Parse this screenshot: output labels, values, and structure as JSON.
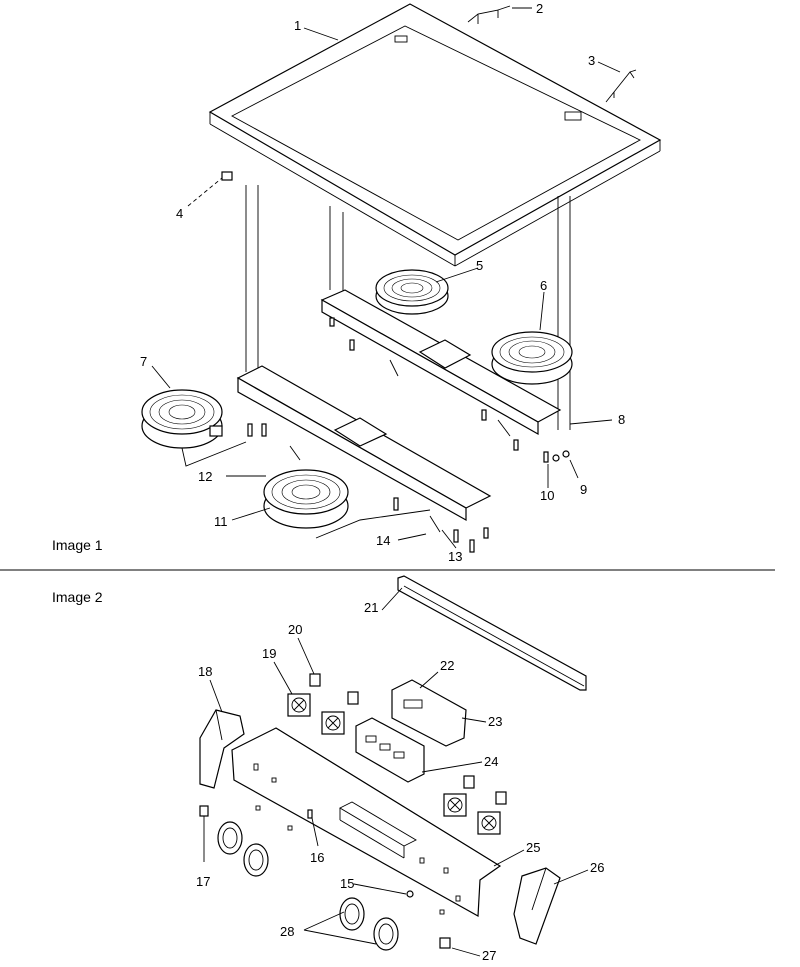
{
  "sections": {
    "top_label": "Image 1",
    "bottom_label": "Image 2"
  },
  "callouts": {
    "c1": "1",
    "c2": "2",
    "c3": "3",
    "c4": "4",
    "c5": "5",
    "c6": "6",
    "c7": "7",
    "c8": "8",
    "c9": "9",
    "c10": "10",
    "c11": "11",
    "c12": "12",
    "c13": "13",
    "c14": "14",
    "c15": "15",
    "c16": "16",
    "c17": "17",
    "c18": "18",
    "c19": "19",
    "c20": "20",
    "c21": "21",
    "c22": "22",
    "c23": "23",
    "c24": "24",
    "c25": "25",
    "c26": "26",
    "c27": "27",
    "c28": "28"
  }
}
